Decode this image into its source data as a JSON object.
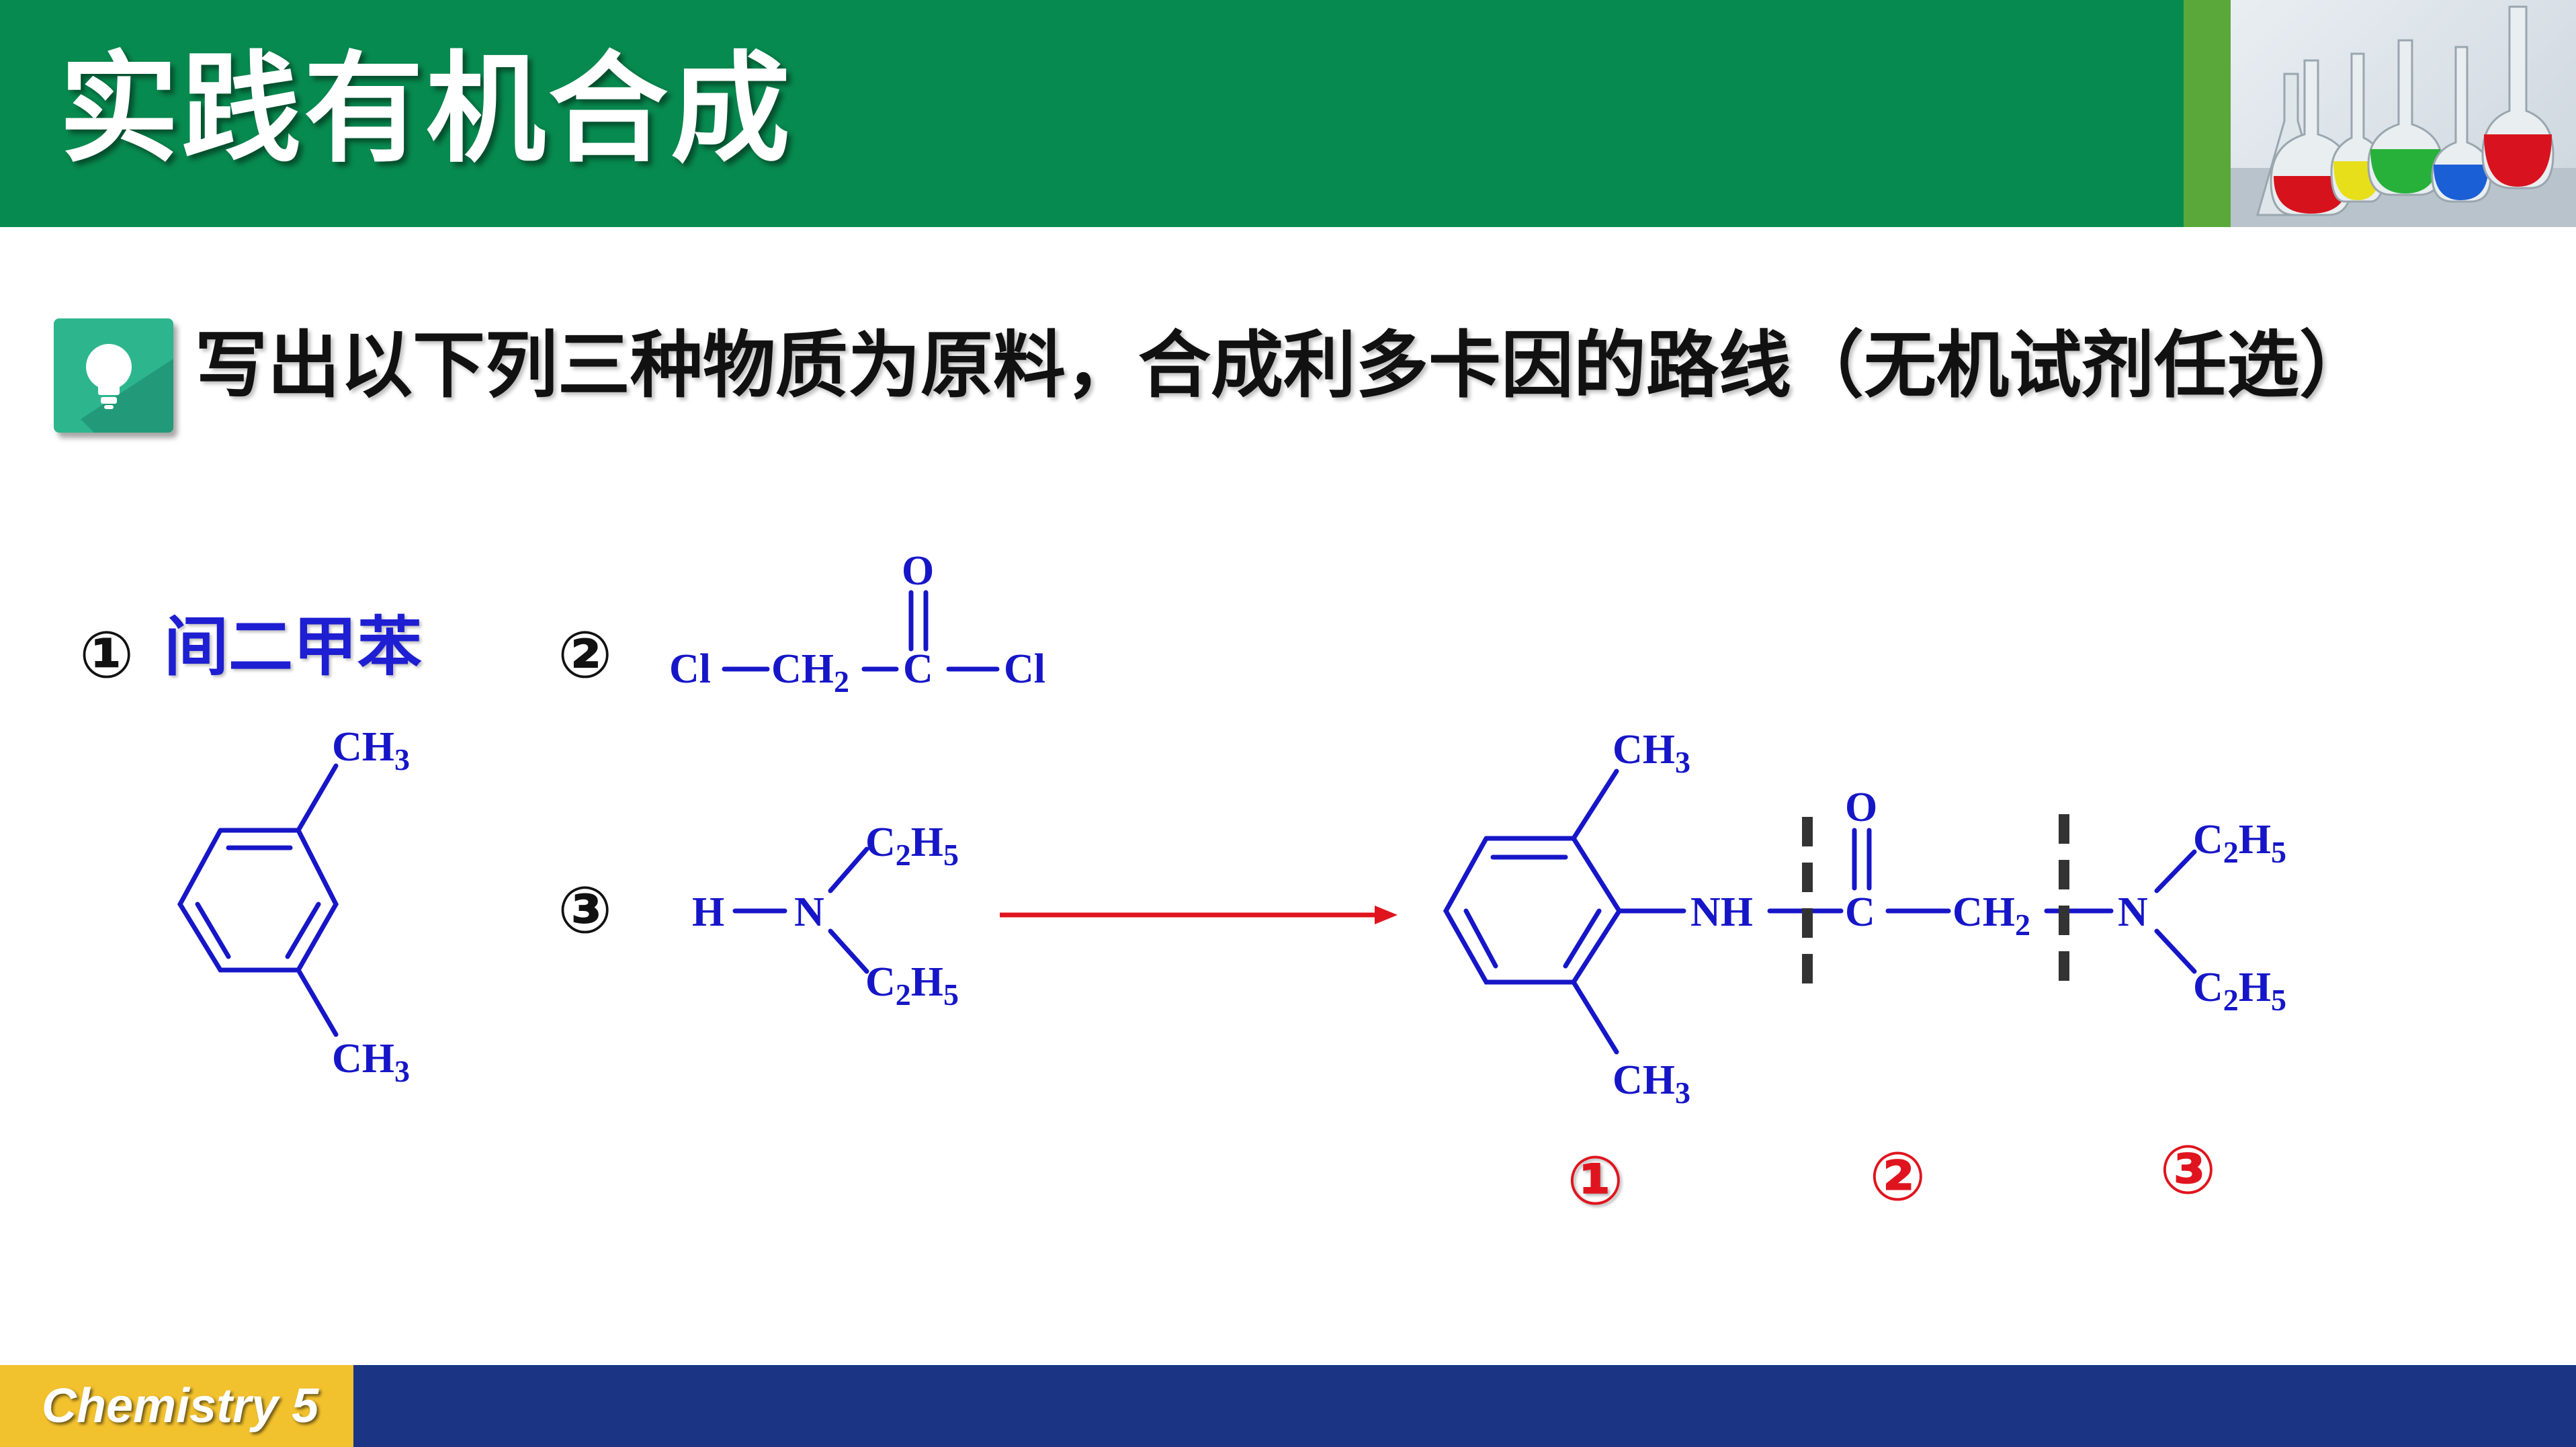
{
  "slide": {
    "title": "实践有机合成",
    "question": "写出以下列三种物质为原料，合成利多卡因的路线（无机试剂任选）",
    "footer": "Chemistry 5"
  },
  "icons": {
    "header_image": "lab-flasks-image",
    "bullet": "lightbulb-icon"
  },
  "materials": {
    "m1": {
      "marker": "①",
      "name": "间二甲苯"
    },
    "m2": {
      "marker": "②"
    },
    "m3": {
      "marker": "③"
    }
  },
  "atoms": {
    "CH": "CH",
    "sub3": "3",
    "sub2": "2",
    "sub5": "5",
    "Cl": "Cl",
    "C": "C",
    "O": "O",
    "H": "H",
    "N": "N",
    "NH": "NH",
    "C2": "C"
  },
  "product_parts": {
    "p1": "①",
    "p2": "②",
    "p3": "③"
  },
  "colors": {
    "header_green": "#078a4f",
    "structure_blue": "#1616c8",
    "arrow_red": "#e0141e",
    "marker_red": "#e0141e",
    "footer_blue": "#1b3584",
    "footer_yellow": "#f2c12e"
  }
}
